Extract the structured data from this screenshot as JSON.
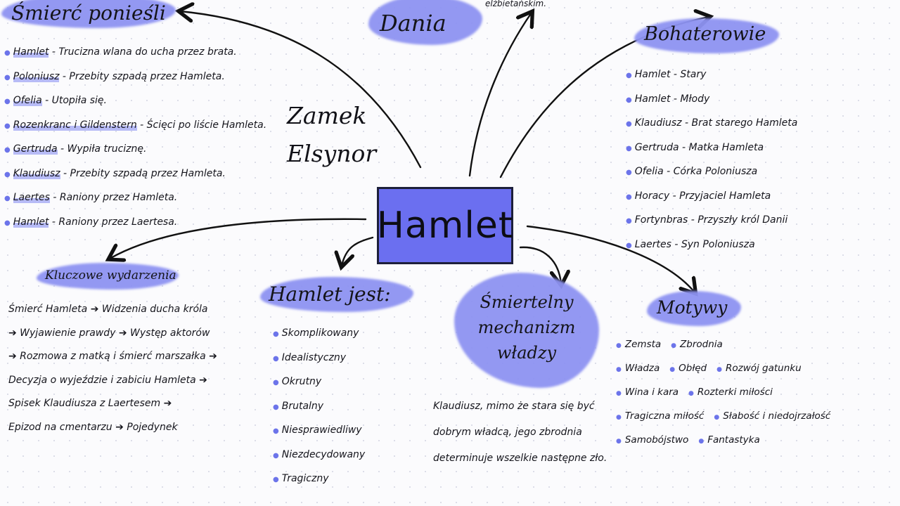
{
  "center": "Hamlet",
  "location": [
    "Zamek",
    "Elsynor"
  ],
  "dania": "Dania",
  "top_note": "elżbietańskim.",
  "deaths": {
    "title": "Śmierć ponieśli",
    "items": [
      {
        "who": "Hamlet",
        "text": " - Trucizna wlana do ucha przez brata."
      },
      {
        "who": "Poloniusz",
        "text": " - Przebity szpadą przez Hamleta."
      },
      {
        "who": "Ofelia",
        "text": " - Utopiła się."
      },
      {
        "who": "Rozenkranc i Gildenstern",
        "text": " - Ścięci po liście Hamleta."
      },
      {
        "who": "Gertruda",
        "text": " - Wypiła truciznę."
      },
      {
        "who": "Klaudiusz",
        "text": " - Przebity szpadą przez Hamleta."
      },
      {
        "who": "Laertes",
        "text": " - Raniony przez Hamleta."
      },
      {
        "who": "Hamlet",
        "text": " - Raniony przez Laertesa."
      }
    ]
  },
  "characters": {
    "title": "Bohaterowie",
    "items": [
      "Hamlet - Stary",
      "Hamlet - Młody",
      "Klaudiusz - Brat starego Hamleta",
      "Gertruda - Matka Hamleta",
      "Ofelia - Córka Poloniusza",
      "Horacy - Przyjaciel Hamleta",
      "Fortynbras - Przyszły król Danii",
      "Laertes - Syn Poloniusza"
    ]
  },
  "key_events": {
    "title": "Kluczowe wydarzenia",
    "items": [
      "Śmierć Hamleta ➔ Widzenia ducha króla",
      "➔ Wyjawienie prawdy ➔ Występ aktorów",
      "➔ Rozmowa z matką i śmierć marszałka ➔",
      "Decyzja o wyjeździe i zabiciu Hamleta ➔",
      "Spisek Klaudiusza z Laertesem ➔",
      "Epizod na cmentarzu ➔ Pojedynek"
    ]
  },
  "hamlet_is": {
    "title": "Hamlet jest:",
    "items": [
      "Skomplikowany",
      "Idealistyczny",
      "Okrutny",
      "Brutalny",
      "Niesprawiedliwy",
      "Niezdecydowany",
      "Tragiczny"
    ]
  },
  "power": {
    "title": [
      "Śmiertelny",
      "mechanizm",
      "władzy"
    ],
    "text": "Klaudiusz, mimo że stara się być dobrym władcą, jego zbrodnia determinuje wszelkie następne zło."
  },
  "motifs": {
    "title": "Motywy",
    "rows": [
      [
        "Zemsta",
        "Zbrodnia"
      ],
      [
        "Władza",
        "Obłęd",
        "Rozwój gatunku"
      ],
      [
        "Wina i kara",
        "Rozterki miłości"
      ],
      [
        "Tragiczna miłość",
        "Słabość i niedojrzałość"
      ],
      [
        "Samobójstwo",
        "Fantastyka"
      ]
    ]
  },
  "colors": {
    "accent": "#8e93f2",
    "center_fill": "#6b6ff0",
    "bullet": "#6c74ea"
  }
}
